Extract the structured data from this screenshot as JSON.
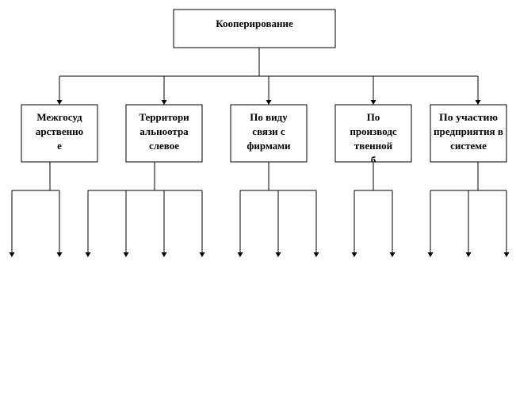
{
  "diagram": {
    "root": {
      "lines": [
        "Кооперирование"
      ]
    },
    "categories": [
      {
        "lines": [
          "Межгосуд",
          "арственно",
          "е"
        ]
      },
      {
        "lines": [
          "Территори",
          "альноотра",
          "слевое"
        ]
      },
      {
        "lines": [
          "По виду",
          "связи с",
          "фирмами"
        ]
      },
      {
        "lines": [
          "По",
          "производс",
          "твенной",
          "б"
        ]
      },
      {
        "lines": [
          "По участию",
          "предприятия в",
          "системе"
        ]
      }
    ]
  }
}
